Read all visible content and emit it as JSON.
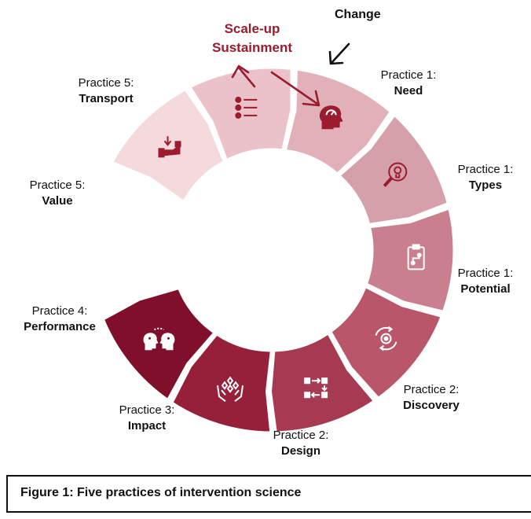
{
  "header": {
    "scale_up_line1": "Scale-up",
    "scale_up_line2": "Sustainment",
    "change": "Change"
  },
  "segments": [
    {
      "prefix": "Practice 1:",
      "name": "Need",
      "color": "#f4d9dd",
      "icon": "hand-receive-icon"
    },
    {
      "prefix": "Practice 1:",
      "name": "Types",
      "color": "#ebc2c9",
      "icon": "bullet-list-icon"
    },
    {
      "prefix": "Practice 1:",
      "name": "Potential",
      "color": "#e2b0b9",
      "icon": "head-gauge-icon"
    },
    {
      "prefix": "Practice 2:",
      "name": "Discovery",
      "color": "#d6a0aa",
      "icon": "magnifier-bulb-icon"
    },
    {
      "prefix": "Practice 2:",
      "name": "Design",
      "color": "#c97f8e",
      "icon": "clipboard-flow-icon"
    },
    {
      "prefix": "Practice 3:",
      "name": "Impact",
      "color": "#b9566a",
      "icon": "target-cycle-icon"
    },
    {
      "prefix": "Practice 4:",
      "name": "Performance",
      "color": "#a63a52",
      "icon": "process-flow-icon"
    },
    {
      "prefix": "Practice 5:",
      "name": "Value",
      "color": "#961f3a",
      "icon": "hands-sparkle-icon"
    },
    {
      "prefix": "Practice 5:",
      "name": "Transport",
      "color": "#7f0f2a",
      "icon": "heads-exchange-icon"
    }
  ],
  "colors": {
    "accent": "#9b1b2f",
    "icon_dark": "#9b1b2f",
    "icon_light": "#ffffff"
  },
  "caption": "Figure 1: Five practices of intervention science"
}
